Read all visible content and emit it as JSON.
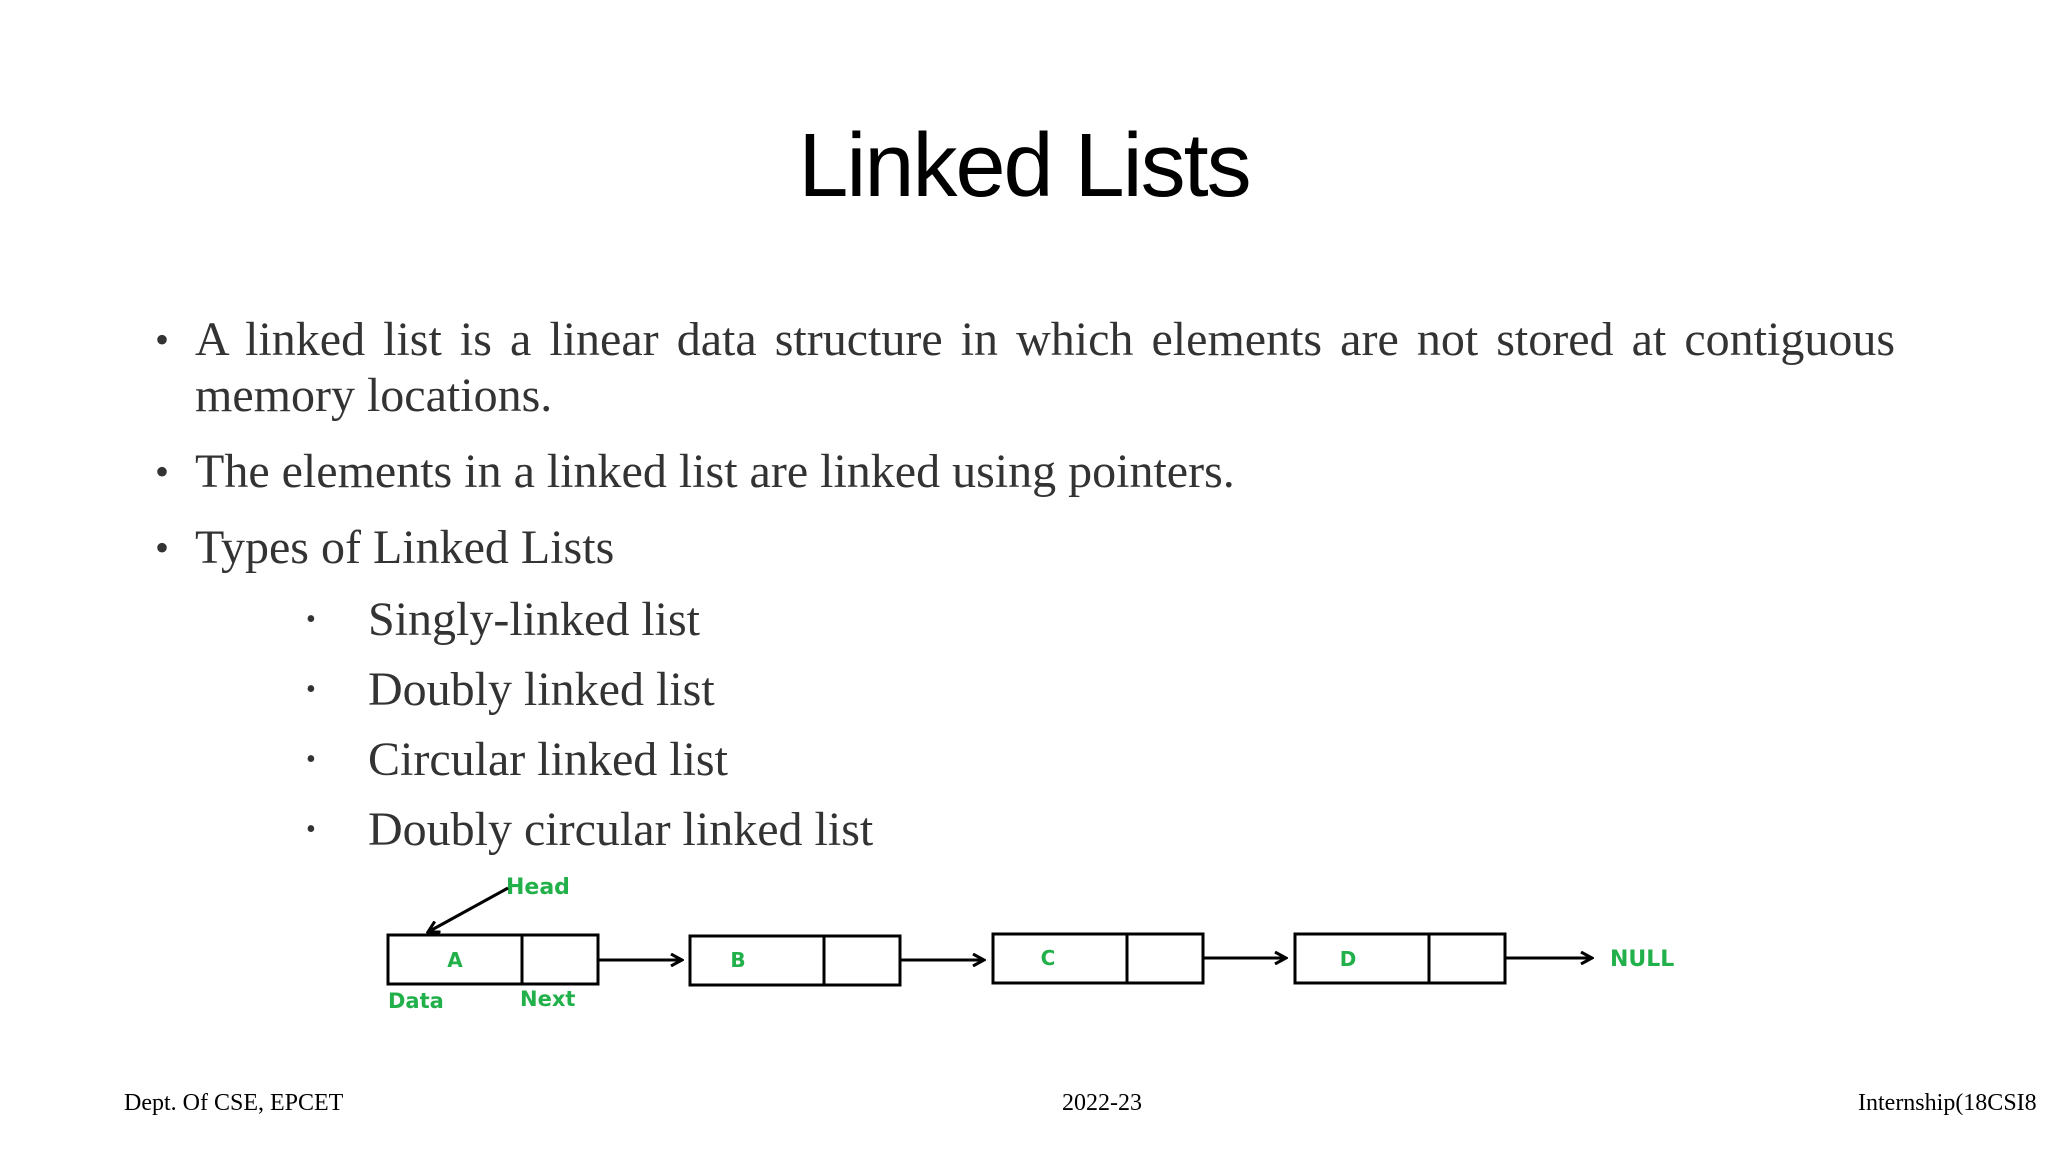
{
  "slide": {
    "title": "Linked Lists",
    "bullets": [
      "A linked list is a linear data structure in which elements are not stored at contiguous memory locations.",
      "The elements in a linked list are linked using pointers.",
      "Types of Linked Lists"
    ],
    "sub_bullets": [
      "Singly-linked list",
      "Doubly linked list",
      "Circular linked list",
      "Doubly circular linked list"
    ],
    "diagram": {
      "head_label": "Head",
      "nodes": [
        "A",
        "B",
        "C",
        "D"
      ],
      "data_label": "Data",
      "next_label": "Next",
      "null_label": "NULL",
      "label_color": "#22b04a"
    },
    "footer": {
      "left": "Dept. Of CSE, EPCET",
      "center": "2022-23",
      "right": "Internship(18CSI8"
    }
  }
}
